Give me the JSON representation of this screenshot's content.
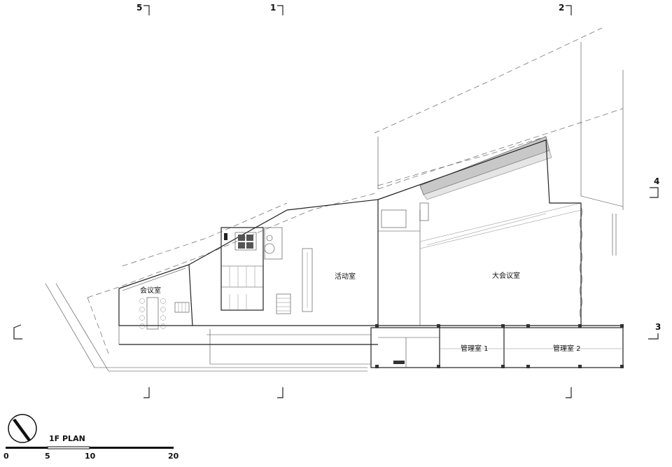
{
  "drawing": {
    "title": "1F PLAN",
    "scale_ticks": [
      "0",
      "5",
      "10",
      "20"
    ]
  },
  "section_markers": [
    "5",
    "1",
    "2",
    "4",
    "3"
  ],
  "rooms": {
    "meeting_room": "会议室",
    "activity_room": "活动室",
    "large_meeting_room": "大会议室",
    "management_room_1": "管理室 1",
    "management_room_2": "管理室 2"
  }
}
